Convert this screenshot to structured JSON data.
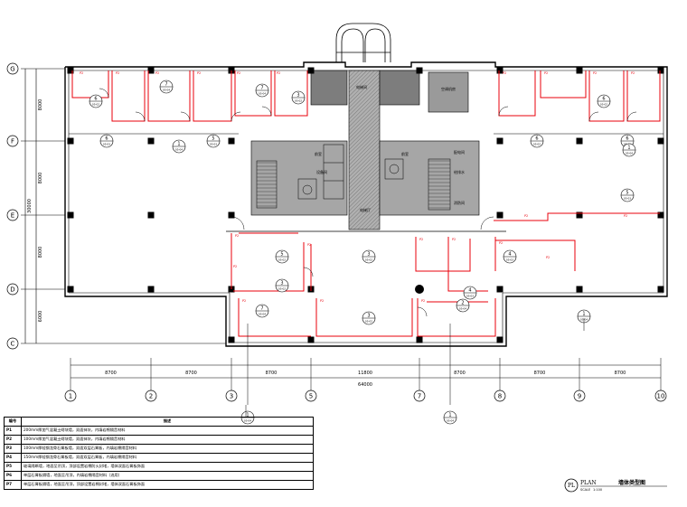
{
  "drawing": {
    "grid_rows": [
      "G",
      "F",
      "E",
      "D",
      "C"
    ],
    "grid_cols": [
      "1",
      "2",
      "3",
      "4",
      "5",
      "6",
      "7",
      "8",
      "9",
      "10"
    ],
    "row_spacings": [
      "8000",
      "8000",
      "8000",
      "6000"
    ],
    "row_total": "30000",
    "col_spacings": [
      "8700",
      "8700",
      "8700",
      "11800",
      "8700",
      "8700",
      "8700"
    ],
    "col_total": "64000",
    "room_labels": [
      "电梯间",
      "电梯厅",
      "前室",
      "前室",
      "设备间",
      "配电间",
      "给排水",
      "消防间",
      "空调机房"
    ],
    "callouts": [
      {
        "num": "6",
        "ref": "05-02"
      },
      {
        "num": "7",
        "ref": "05-04"
      },
      {
        "num": "7",
        "ref": "05-04"
      },
      {
        "num": "3",
        "ref": "05-02"
      },
      {
        "num": "6",
        "ref": "05-02"
      },
      {
        "num": "6",
        "ref": "05-03"
      },
      {
        "num": "1",
        "ref": "05-04"
      },
      {
        "num": "5",
        "ref": "05-03"
      },
      {
        "num": "6",
        "ref": "05-02"
      },
      {
        "num": "6",
        "ref": "05-02"
      },
      {
        "num": "1",
        "ref": "05-04"
      },
      {
        "num": "5",
        "ref": "05-03"
      },
      {
        "num": "5",
        "ref": "05-02"
      },
      {
        "num": "3",
        "ref": "05-02"
      },
      {
        "num": "4",
        "ref": "05-03"
      },
      {
        "num": "3",
        "ref": "05-02"
      },
      {
        "num": "4",
        "ref": "05-03"
      },
      {
        "num": "2",
        "ref": "05-04"
      },
      {
        "num": "7",
        "ref": "05-04"
      },
      {
        "num": "3",
        "ref": "05-02"
      },
      {
        "num": "1",
        "ref": "05-04"
      },
      {
        "num": "1",
        "ref": "05-04"
      },
      {
        "num": "1",
        "ref": "05-04"
      }
    ],
    "wall_tag": "P2"
  },
  "legend": {
    "header_code": "编号",
    "header_desc": "描述",
    "rows": [
      {
        "code": "P1",
        "desc": "200mm厚加气混凝土砌块墙，双面抹灰，内填岩棉隔音材料"
      },
      {
        "code": "P2",
        "desc": "100mm厚加气混凝土砌块墙，双面抹灰，内填岩棉隔音材料"
      },
      {
        "code": "P3",
        "desc": "100mm厚轻钢龙骨石膏板墙，双面双层石膏板，内填岩棉隔音材料"
      },
      {
        "code": "P4",
        "desc": "150mm厚轻钢龙骨石膏板墙，双面双层石膏板，内填岩棉隔音材料"
      },
      {
        "code": "P5",
        "desc": "玻璃隔断墙，地面至吊顶，顶部设置岩棉防火封堵，墙体双面石膏板饰面"
      },
      {
        "code": "P6",
        "desc": "单层石膏板隔墙，地面至吊顶，内填岩棉隔音材料（选用）"
      },
      {
        "code": "P7",
        "desc": "单层石膏板隔墙，地面至吊顶，顶部设置岩棉封堵，墙体双面石膏板饰面"
      }
    ]
  },
  "title_block": {
    "badge": "PL",
    "plan_label": "PLAN",
    "title": "墙体类型图",
    "scale_label": "SCALE",
    "scale_value": "1:100"
  },
  "colors": {
    "line": "#000000",
    "wall_red": "#e8000b",
    "core_fill": "#a8a8a8",
    "core_dark": "#7a7a7a"
  }
}
